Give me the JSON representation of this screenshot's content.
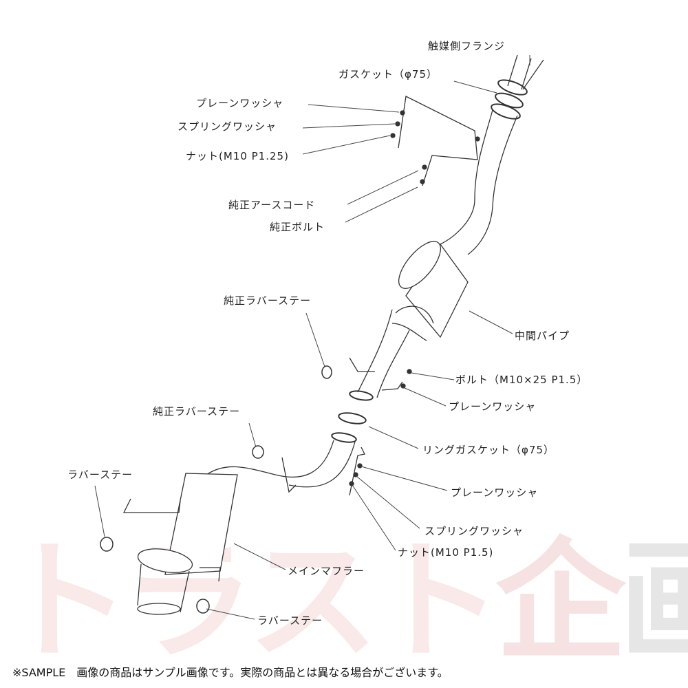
{
  "watermark": {
    "text": "トラスト企画",
    "chars": [
      "ト",
      "ラ",
      "ス",
      "ト",
      "企",
      "画"
    ],
    "colors": [
      "#e8a0a0",
      "#e8a0a0",
      "#e8a0a0",
      "#e8a0a0",
      "#e09090",
      "#909090"
    ]
  },
  "labels": {
    "catalyst_flange": "触媒側フランジ",
    "gasket_75": "ガスケット（φ75）",
    "plain_washer_1": "プレーンワッシャ",
    "spring_washer_1": "スプリングワッシャ",
    "nut_m10_p125": "ナット(M10 P1.25)",
    "oem_ground_cord": "純正アースコード",
    "oem_bolt": "純正ボルト",
    "oem_rubber_stay_1": "純正ラバーステー",
    "center_pipe": "中間パイプ",
    "bolt_m10x25": "ボルト（M10×25 P1.5）",
    "plain_washer_2": "プレーンワッシャ",
    "oem_rubber_stay_2": "純正ラバーステー",
    "ring_gasket_75": "リングガスケット（φ75）",
    "rubber_stay_1": "ラバーステー",
    "plain_washer_3": "プレーンワッシャ",
    "spring_washer_2": "スプリングワッシャ",
    "nut_m10_p15": "ナット(M10 P1.5)",
    "main_muffler": "メインマフラー",
    "rubber_stay_2": "ラバーステー"
  },
  "footer": "※SAMPLE　画像の商品はサンプル画像です。実際の商品とは異なる場合がございます。"
}
